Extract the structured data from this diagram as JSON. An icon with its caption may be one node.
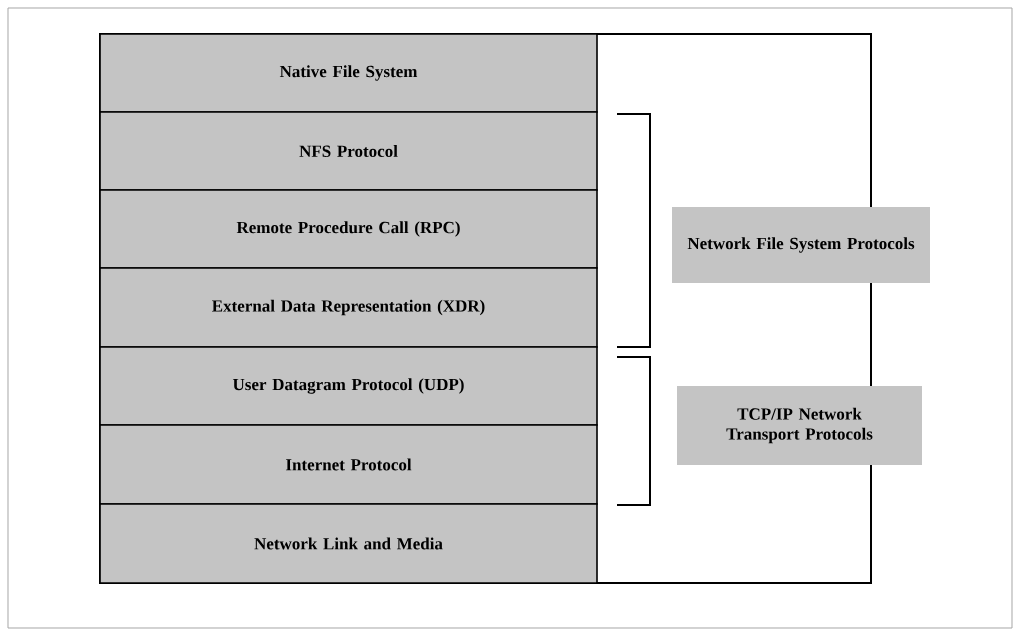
{
  "diagram": {
    "nodes": [
      {
        "text": [
          "Native File System"
        ]
      },
      {
        "text": [
          "NFS Protocol"
        ]
      },
      {
        "text": [
          "Remote Procedure Call (RPC)"
        ]
      },
      {
        "text": [
          "External Data Representation (XDR)"
        ]
      },
      {
        "text": [
          "User Datagram Protocol (UDP)"
        ]
      },
      {
        "text": [
          "Internet Protocol"
        ]
      },
      {
        "text": [
          "Network Link and Media"
        ]
      },
      {
        "text": [
          "Network File System Protocols"
        ]
      },
      {
        "text": [
          "TCP/IP Network Transport Protocols"
        ]
      }
    ]
  }
}
